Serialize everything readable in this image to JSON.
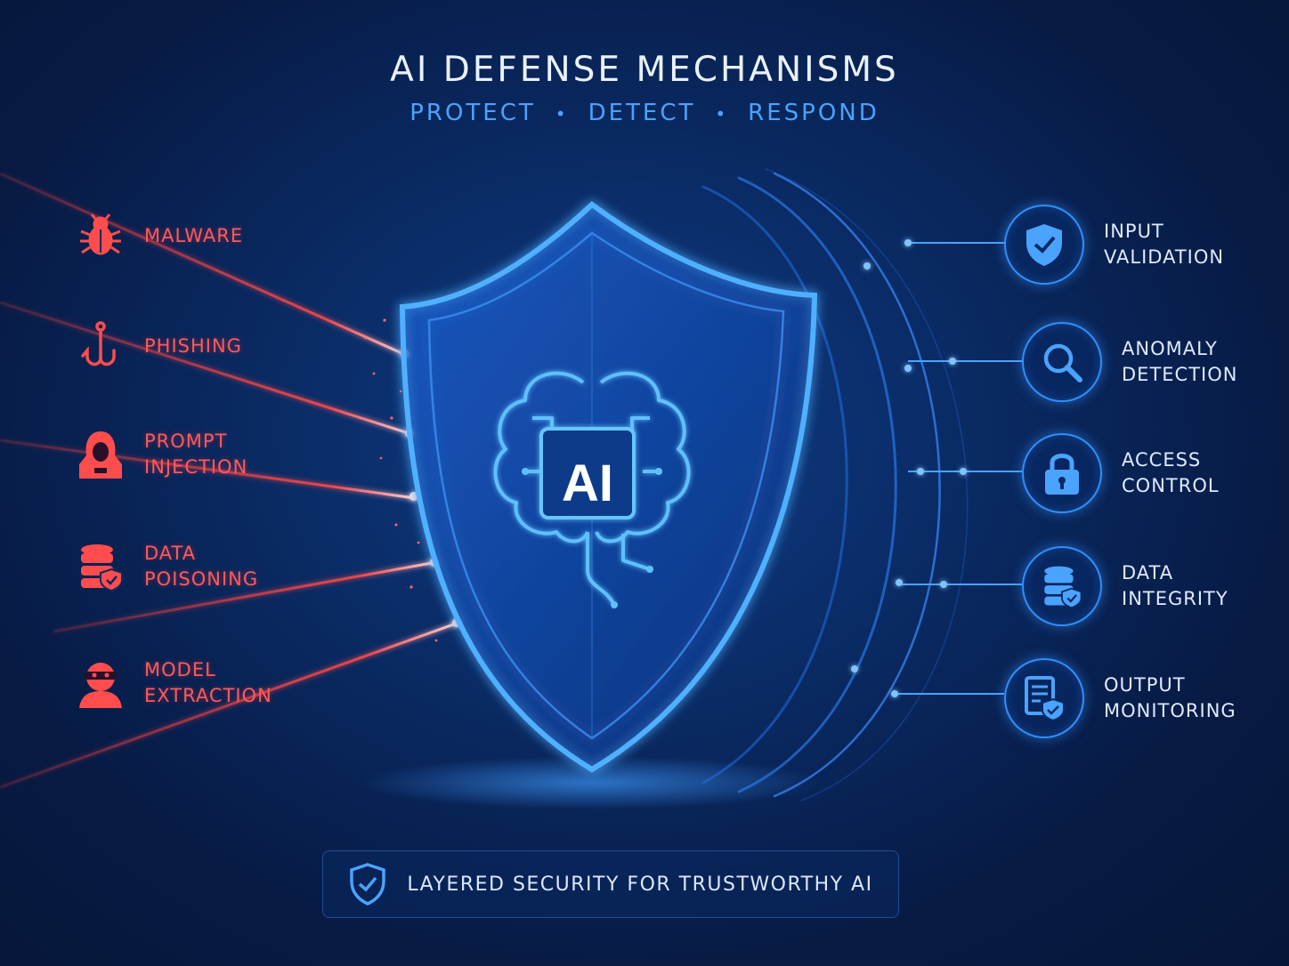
{
  "header": {
    "title": "AI DEFENSE MECHANISMS",
    "tagline": [
      "PROTECT",
      "DETECT",
      "RESPOND"
    ]
  },
  "center": {
    "badge": "AI"
  },
  "threats": [
    {
      "label": "MALWARE",
      "icon": "bug-icon"
    },
    {
      "label": "PHISHING",
      "icon": "fishhook-icon"
    },
    {
      "label": "PROMPT\nINJECTION",
      "icon": "hooded-hacker-icon"
    },
    {
      "label": "DATA\nPOISONING",
      "icon": "database-shield-icon"
    },
    {
      "label": "MODEL\nEXTRACTION",
      "icon": "masked-thief-icon"
    }
  ],
  "defenses": [
    {
      "label": "INPUT\nVALIDATION",
      "icon": "shield-check-icon"
    },
    {
      "label": "ANOMALY\nDETECTION",
      "icon": "magnifier-icon"
    },
    {
      "label": "ACCESS\nCONTROL",
      "icon": "padlock-icon"
    },
    {
      "label": "DATA\nINTEGRITY",
      "icon": "database-shield-icon"
    },
    {
      "label": "OUTPUT\nMONITORING",
      "icon": "document-shield-icon"
    }
  ],
  "footer": {
    "label": "LAYERED SECURITY FOR TRUSTWORTHY AI",
    "icon": "shield-check-icon"
  },
  "colors": {
    "background": "#071b45",
    "threat": "#ff4d4d",
    "defense": "#2f8fff",
    "accent": "#4aa3ff"
  }
}
